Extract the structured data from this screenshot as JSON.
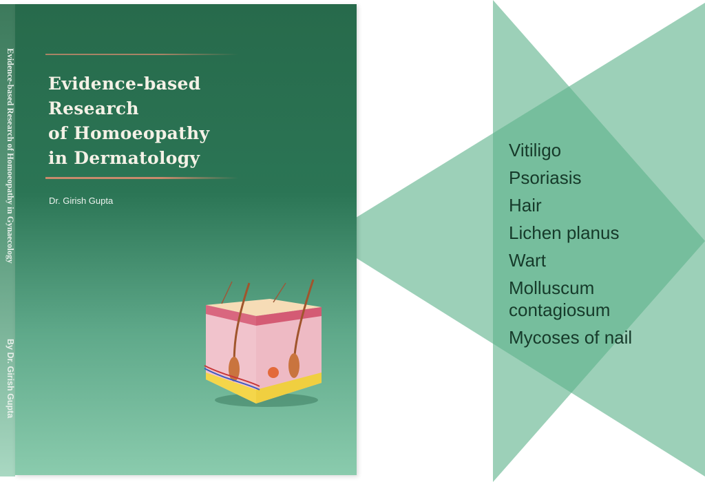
{
  "book": {
    "title_lines": [
      "Evidence-based",
      "Research",
      "of Homoeopathy",
      "in Dermatology"
    ],
    "author": "Dr. Girish Gupta",
    "spine_title": "Evidence-based Research of Homoeopathy in Gynaecology",
    "spine_author": "By Dr. Girish Gupta"
  },
  "topics": [
    "Vitiligo",
    "Psoriasis",
    "Hair",
    "Lichen planus",
    "Wart",
    "Molluscum contagiosum",
    "Mycoses of nail"
  ],
  "colors": {
    "cover_top": "#276a4b",
    "cover_bottom": "#8acbad",
    "triangle": "#96ceb4",
    "overlap": "#64b592",
    "text": "#163a2a",
    "rule": "#c98a6c"
  }
}
